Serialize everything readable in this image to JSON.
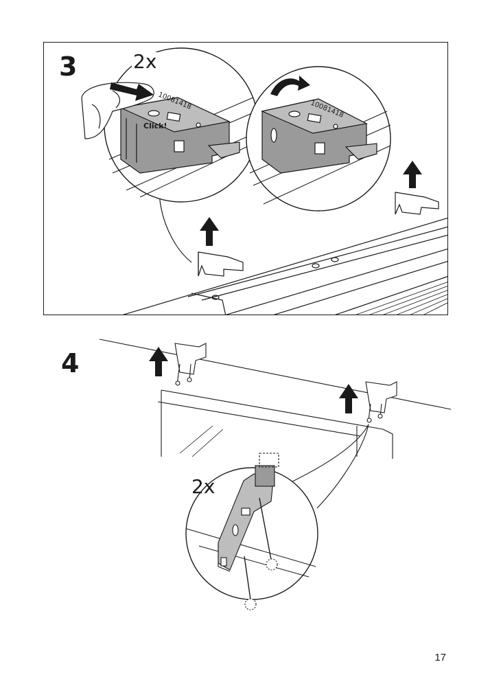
{
  "step3": {
    "number": "3",
    "quantity": "2x",
    "part_number_left": "10081418",
    "part_number_right": "10081418",
    "click_label": "Click!"
  },
  "step4": {
    "number": "4",
    "quantity": "2x"
  },
  "page": {
    "number": "17"
  }
}
